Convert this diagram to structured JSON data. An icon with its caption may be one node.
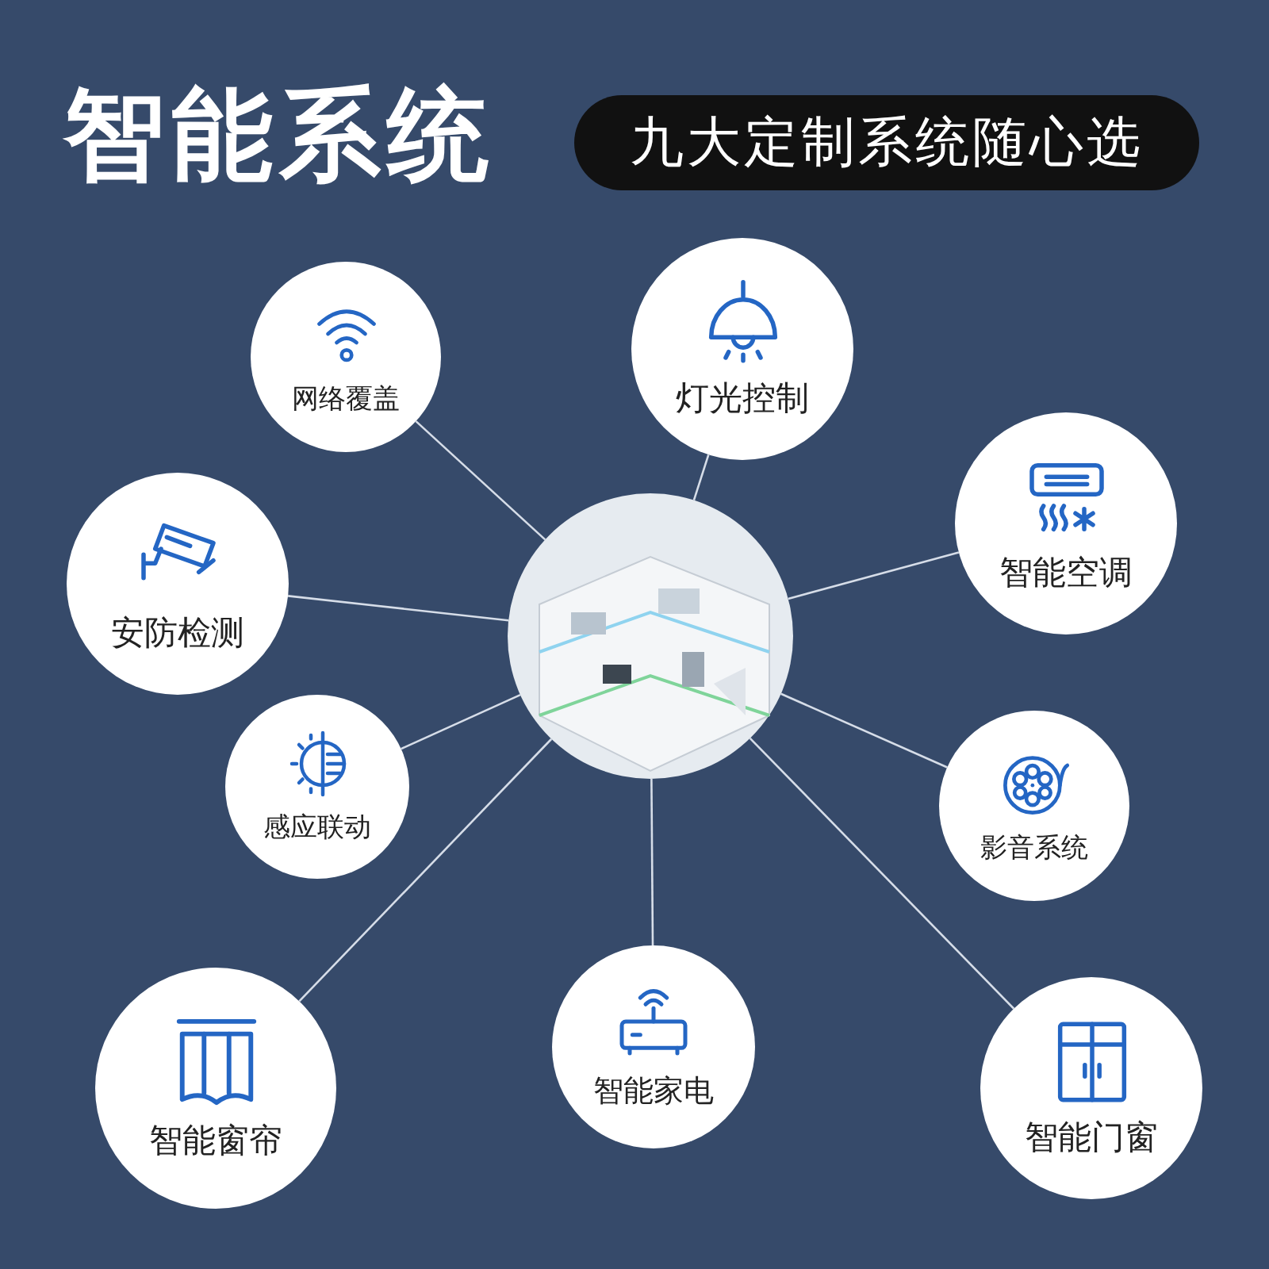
{
  "diagram": {
    "title": "智能系统",
    "nodes": [
      {
        "text": [],
        "shape": "picture"
      },
      {
        "text": [
          "网络覆盖"
        ]
      },
      {
        "text": [
          "灯光控制"
        ]
      },
      {
        "text": [
          "智能空调"
        ]
      },
      {
        "text": [
          "安防检测"
        ]
      },
      {
        "text": [
          "感应联动"
        ]
      },
      {
        "text": [
          "影音系统"
        ]
      },
      {
        "text": [
          "智能窗帘"
        ]
      },
      {
        "text": [
          "智能家电"
        ]
      },
      {
        "text": [
          "智能门窗"
        ]
      }
    ],
    "edges": [
      {
        "from": 0,
        "to": 1,
        "arrow": "none"
      },
      {
        "from": 0,
        "to": 2,
        "arrow": "none"
      },
      {
        "from": 0,
        "to": 3,
        "arrow": "none"
      },
      {
        "from": 0,
        "to": 4,
        "arrow": "none"
      },
      {
        "from": 0,
        "to": 5,
        "arrow": "none"
      },
      {
        "from": 0,
        "to": 6,
        "arrow": "none"
      },
      {
        "from": 0,
        "to": 7,
        "arrow": "none"
      },
      {
        "from": 0,
        "to": 8,
        "arrow": "none"
      },
      {
        "from": 0,
        "to": 9,
        "arrow": "none"
      }
    ],
    "labels": [
      "九大定制系统随心选"
    ]
  }
}
